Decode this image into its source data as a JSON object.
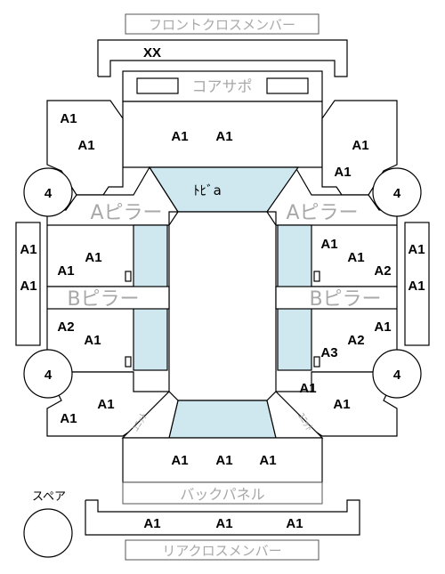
{
  "labels": {
    "front_cross_member": "フロントクロスメンバー",
    "xx": "XX",
    "core_support": "コアサポ",
    "a_pillar": "Aピラー",
    "b_pillar": "Bピラー",
    "roof": "ﾄﾋﾞa",
    "back_panel": "バックパネル",
    "spare": "スペア",
    "rear_cross_member": "リアクロスメンバー",
    "unit_left": "ﾕﾆｯﾄ",
    "unit_right": "ﾕﾆｯﾄ"
  },
  "circles": {
    "front_left": "4",
    "front_right": "4",
    "rear_left": "4",
    "rear_right": "4"
  },
  "ratings": {
    "hood": [
      "A1",
      "A1"
    ],
    "fender_left": [
      "A1",
      "A1"
    ],
    "fender_right": [
      "A1",
      "A1"
    ],
    "side_step_left": [
      "A1",
      "A1"
    ],
    "side_step_right": [
      "A1",
      "A1"
    ],
    "front_door_left": [
      "A1",
      "A1"
    ],
    "front_door_right": [
      "A1",
      "A1",
      "A2"
    ],
    "rear_door_left": [
      "A2",
      "A1"
    ],
    "rear_door_right": [
      "A1",
      "A2",
      "A3"
    ],
    "quarter_left": [
      "A1",
      "A1"
    ],
    "quarter_right": [
      "A1",
      "A1"
    ],
    "trunk": [
      "A1",
      "A1",
      "A1"
    ],
    "rear_bumper": [
      "A1",
      "A1",
      "A1"
    ]
  },
  "colors": {
    "glass": "#cfe8f0",
    "outline": "#000000",
    "muted_text": "#a8a8a8"
  }
}
